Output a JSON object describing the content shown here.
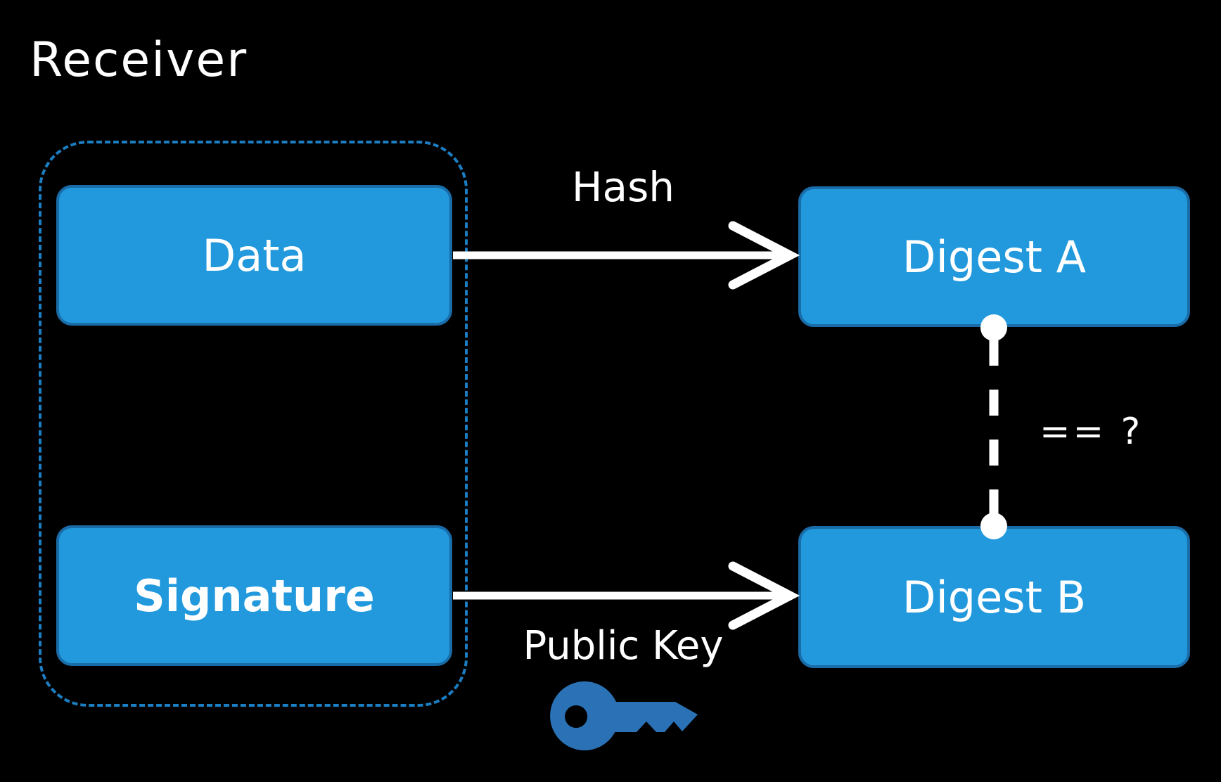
{
  "title": "Receiver",
  "colors": {
    "background": "#000000",
    "node_fill": "#2199DC",
    "node_border": "#1A6CA8",
    "container_border": "#1C7EC2",
    "key_blue": "#2A72B5",
    "line": "#FFFFFF",
    "text": "#FFFFFF"
  },
  "nodes": {
    "data": {
      "label": "Data"
    },
    "signature": {
      "label": "Signature"
    },
    "digest_a": {
      "label": "Digest A"
    },
    "digest_b": {
      "label": "Digest B"
    }
  },
  "flows": {
    "hash": {
      "label": "Hash"
    },
    "verify": {
      "label": "Public Key"
    },
    "compare": {
      "label": "== ?"
    }
  },
  "icons": {
    "public_key": "key-icon"
  }
}
